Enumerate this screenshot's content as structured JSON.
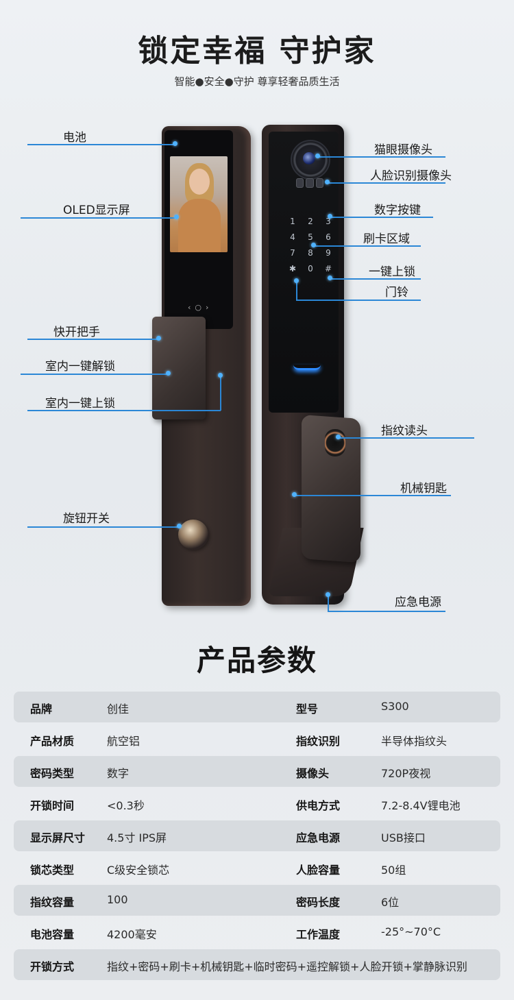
{
  "header": {
    "title": "锁定幸福 守护家",
    "subtitle": "智能●安全●守护  尊享轻奢品质生活"
  },
  "features": {
    "left": [
      "电池",
      "OLED显示屏",
      "快开把手",
      "室内一键解锁",
      "室内一键上锁",
      "旋钮开关"
    ],
    "right": [
      "猫眼摄像头",
      "人脸识别摄像头",
      "数字按键",
      "刷卡区域",
      "一键上锁",
      "门铃",
      "指纹读头",
      "机械钥匙",
      "应急电源"
    ]
  },
  "keypad": [
    "1",
    "2",
    "3",
    "4",
    "5",
    "6",
    "7",
    "8",
    "9",
    "✱",
    "0",
    "#"
  ],
  "specs_title": "产品参数",
  "specs": [
    {
      "k1": "品牌",
      "v1": "创佳",
      "k2": "型号",
      "v2": "S300"
    },
    {
      "k1": "产品材质",
      "v1": "航空铝",
      "k2": "指纹识别",
      "v2": "半导体指纹头"
    },
    {
      "k1": "密码类型",
      "v1": "数字",
      "k2": "摄像头",
      "v2": "720P夜视"
    },
    {
      "k1": "开锁时间",
      "v1": "<0.3秒",
      "k2": "供电方式",
      "v2": "7.2-8.4V锂电池"
    },
    {
      "k1": "显示屏尺寸",
      "v1": "4.5寸 IPS屏",
      "k2": "应急电源",
      "v2": "USB接口"
    },
    {
      "k1": "锁芯类型",
      "v1": "C级安全锁芯",
      "k2": "人脸容量",
      "v2": "50组"
    },
    {
      "k1": "指纹容量",
      "v1": "100",
      "k2": "密码长度",
      "v2": "6位"
    },
    {
      "k1": "电池容量",
      "v1": "4200毫安",
      "k2": "工作温度",
      "v2": "-25°~70°C"
    }
  ],
  "unlock_row": {
    "k": "开锁方式",
    "v": "指纹+密码+刷卡+机械钥匙+临时密码+遥控解锁+人脸开锁+掌静脉识别"
  },
  "colors": {
    "accent_line": "#2b87d6",
    "shaded_row": "#d7dbdf"
  }
}
